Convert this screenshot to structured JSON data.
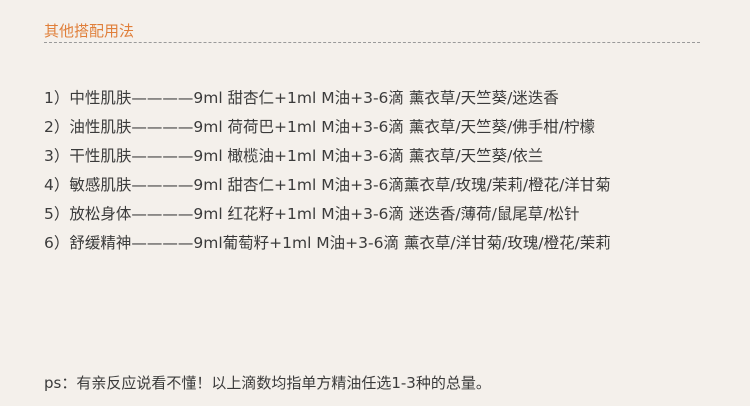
{
  "section_title": "其他搭配用法",
  "recipes": [
    "1）中性肌肤————9ml 甜杏仁+1ml M油+3-6滴 薰衣草/天竺葵/迷迭香",
    "2）油性肌肤————9ml 荷荷巴+1ml M油+3-6滴 薰衣草/天竺葵/佛手柑/柠檬",
    "3）干性肌肤————9ml 橄榄油+1ml M油+3-6滴 薰衣草/天竺葵/依兰",
    "4）敏感肌肤————9ml 甜杏仁+1ml M油+3-6滴薰衣草/玫瑰/茉莉/橙花/洋甘菊",
    "5）放松身体————9ml 红花籽+1ml M油+3-6滴 迷迭香/薄荷/鼠尾草/松针",
    "6）舒缓精神————9ml葡萄籽+1ml M油+3-6滴 薰衣草/洋甘菊/玫瑰/橙花/茉莉"
  ],
  "ps_note": "ps：有亲反应说看不懂！以上滴数均指单方精油任选1-3种的总量。",
  "colors": {
    "background": "#f4f0eb",
    "title": "#e07f3a",
    "text": "#3b3b3b",
    "rule": "#9a9a9a"
  }
}
